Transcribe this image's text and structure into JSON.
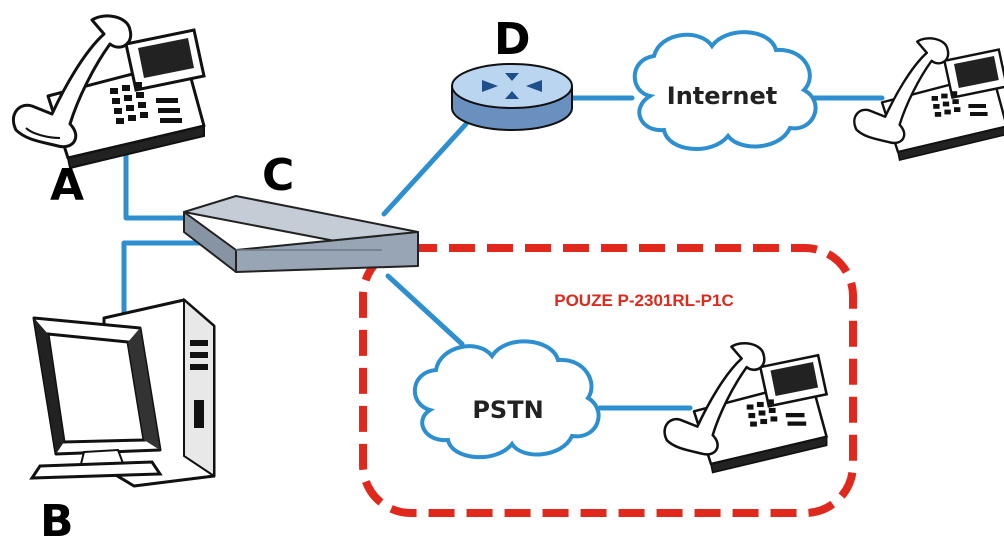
{
  "labels": {
    "a": "A",
    "b": "B",
    "c": "C",
    "d": "D"
  },
  "clouds": {
    "internet": "Internet",
    "pstn": "PSTN"
  },
  "note": "POUZE P-2301RL-P1C",
  "colors": {
    "link": "#2d8fd0",
    "note": "#e0281c",
    "router": "#a9c9ea",
    "switch_top": "#b7c2cf",
    "switch_front": "#8e9aa8",
    "outline": "#111111"
  },
  "icons": [
    "telephone-icon",
    "computer-icon",
    "switch-icon",
    "router-icon",
    "cloud-icon"
  ]
}
